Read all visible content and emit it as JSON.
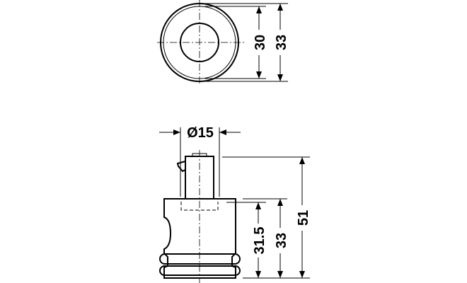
{
  "drawing": {
    "top_view": {
      "dim_inner": "30",
      "dim_outer": "33"
    },
    "side_view": {
      "dim_diameter": "Ø15",
      "dim_hidden_height": "31.5",
      "dim_body_height": "33",
      "dim_total_height": "51"
    }
  }
}
